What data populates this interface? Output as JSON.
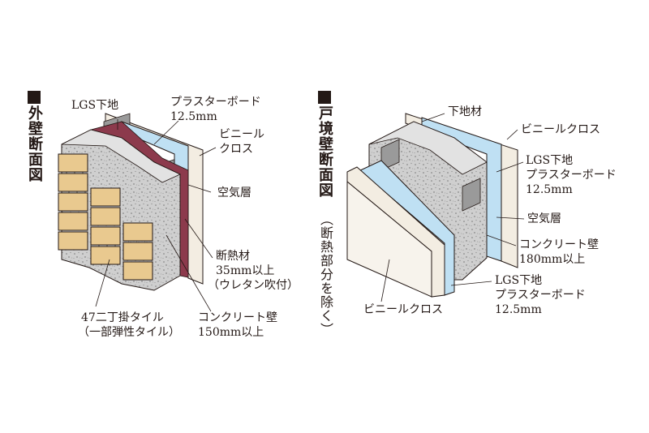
{
  "left": {
    "title": "外壁断面図",
    "labels": {
      "lgs": "LGS下地",
      "pb1": "プラスターボード",
      "pb2": "12.5mm",
      "vinyl1": "ビニール",
      "vinyl2": "クロス",
      "air": "空気層",
      "ins1": "断熱材",
      "ins2": "35mm以上",
      "ins3": "（ウレタン吹付）",
      "tile1": "47二丁掛タイル",
      "tile2": "（一部弾性タイル）",
      "conc1": "コンクリート壁",
      "conc2": "150mm以上"
    }
  },
  "right": {
    "title": "戸境壁断面図",
    "subtitle": "（断熱部分を除く）",
    "labels": {
      "base": "下地材",
      "vinyl": "ビニールクロス",
      "lgs1": "LGS下地",
      "pb1a": "プラスターボード",
      "pb1b": "12.5mm",
      "air": "空気層",
      "conc1": "コンクリート壁",
      "conc2": "180mm以上",
      "lgs2": "LGS下地",
      "pb2a": "プラスターボード",
      "pb2b": "12.5mm",
      "vinyl2": "ビニールクロス"
    }
  },
  "colors": {
    "tile": "#e9c98f",
    "concrete": "#cfcfcf",
    "insulation": "#8c3a4c",
    "board": "#bfe0f3",
    "vinyl": "#f3ede2",
    "line": "#231815"
  }
}
